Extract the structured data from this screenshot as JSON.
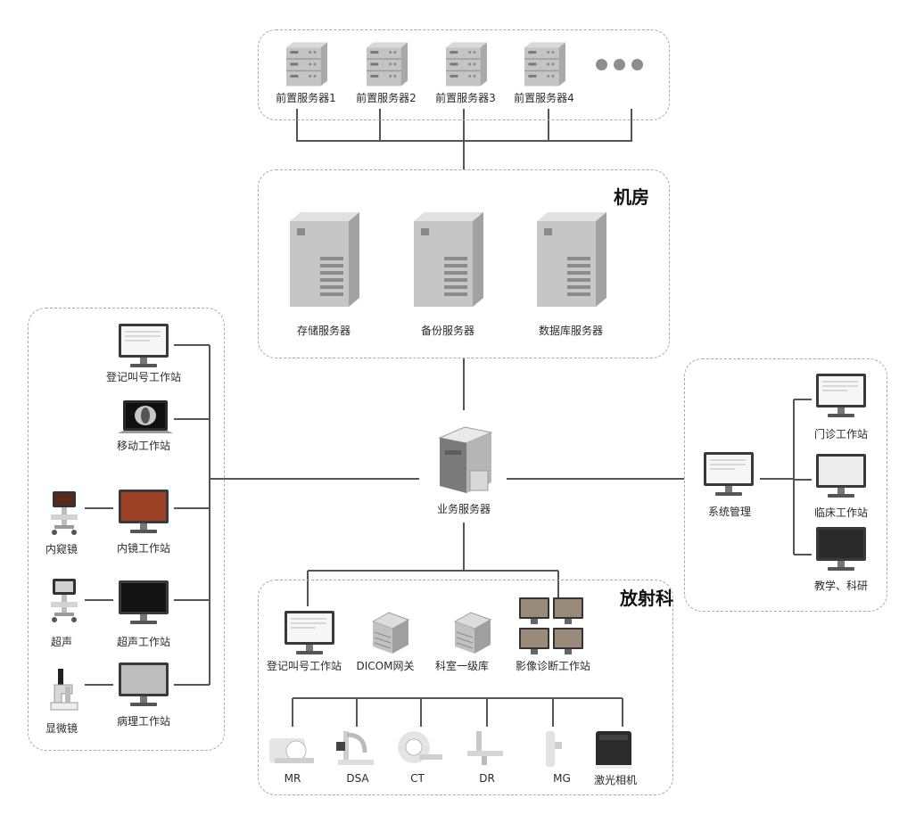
{
  "front_servers": {
    "items": [
      "前置服务器1",
      "前置服务器2",
      "前置服务器3",
      "前置服务器4"
    ]
  },
  "machine_room": {
    "title": "机房",
    "items": [
      "存储服务器",
      "备份服务器",
      "数据库服务器"
    ]
  },
  "business_server": {
    "label": "业务服务器"
  },
  "left_group": {
    "workstations": [
      "登记叫号工作站",
      "移动工作站",
      "内镜工作站",
      "超声工作站",
      "病理工作站"
    ],
    "devices": [
      "内窥镜",
      "超声",
      "显微镜"
    ]
  },
  "right_group": {
    "system": "系统管理",
    "workstations": [
      "门诊工作站",
      "临床工作站",
      "教学、科研"
    ]
  },
  "radiology": {
    "title": "放射科",
    "nodes": [
      "登记叫号工作站",
      "DICOM网关",
      "科室一级库",
      "影像诊断工作站"
    ],
    "modalities": [
      "MR",
      "DSA",
      "CT",
      "DR",
      "MG",
      "激光相机"
    ]
  }
}
